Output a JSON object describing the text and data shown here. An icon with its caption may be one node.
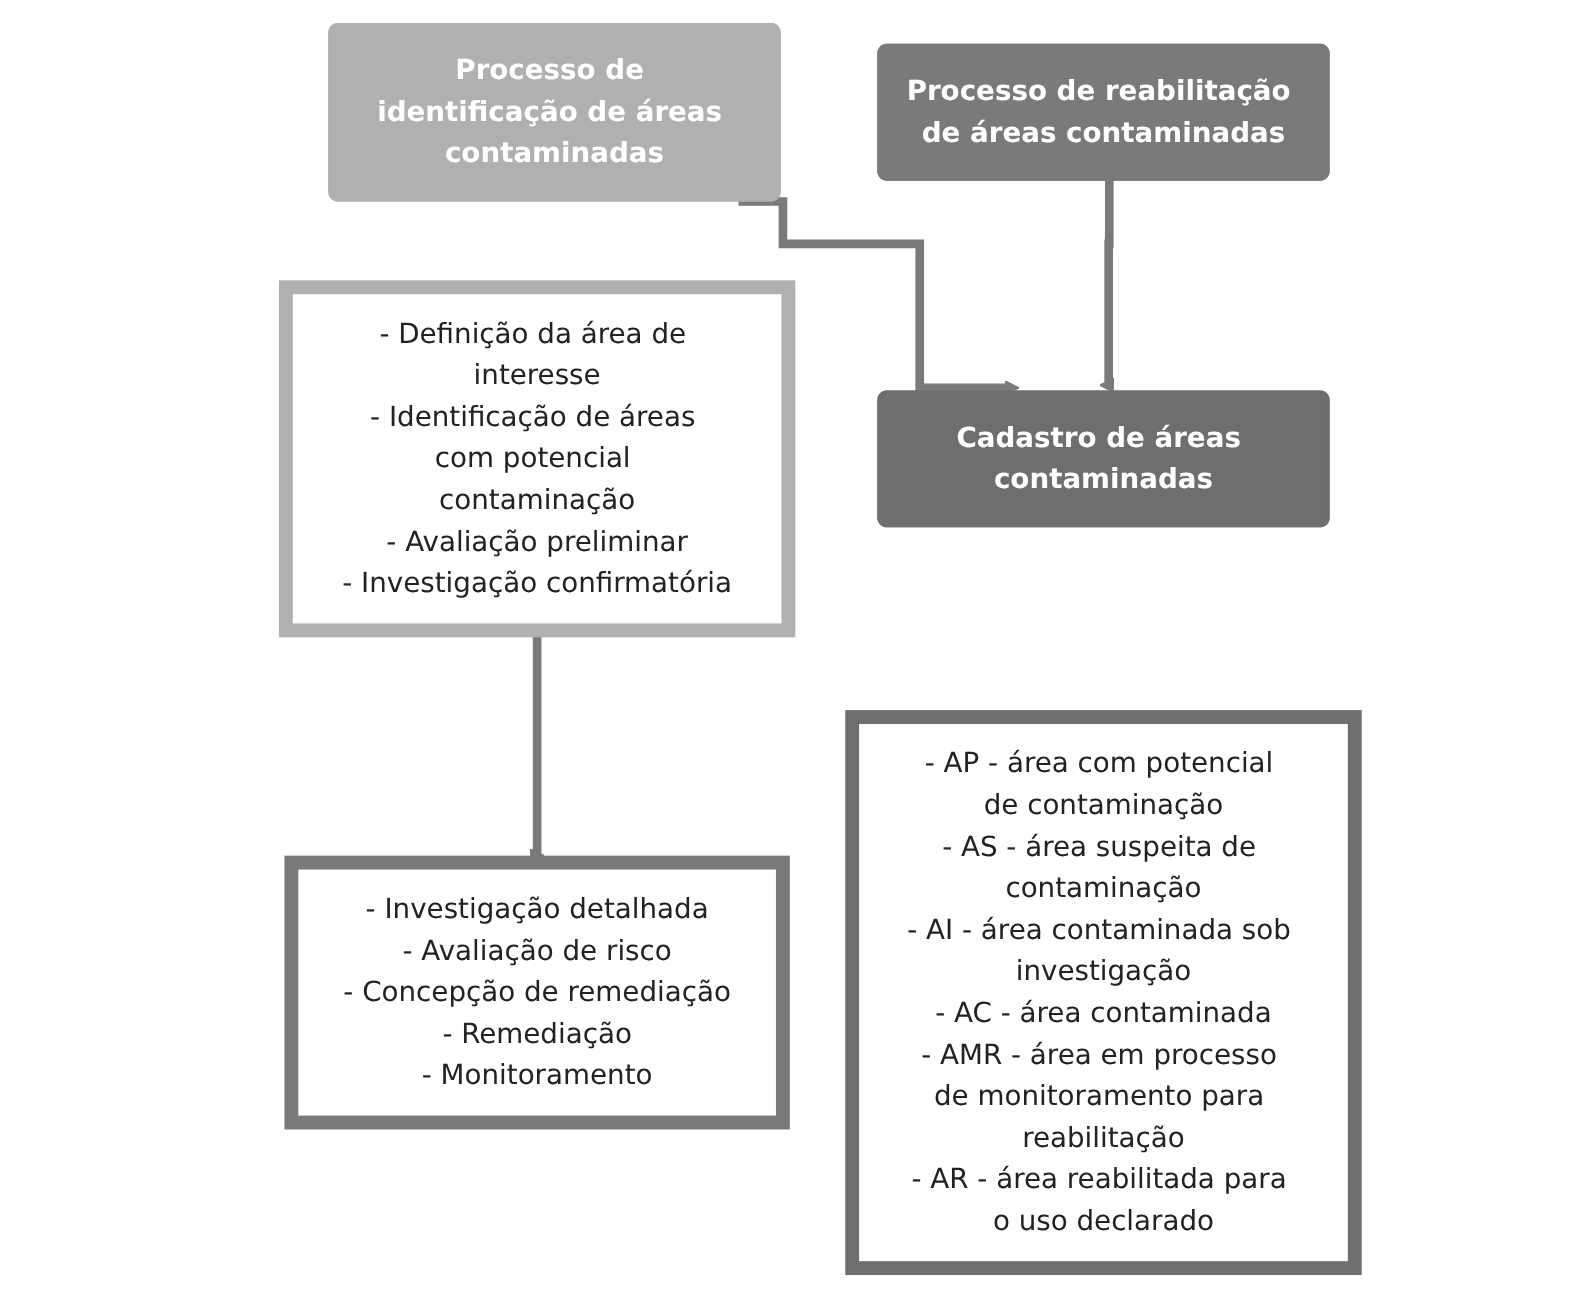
{
  "diagram": {
    "nodes": [
      {
        "text": [
          "Processo de identificação de áreas contaminadas"
        ]
      },
      {
        "text": [
          "Processo de reabilitação de áreas contaminadas"
        ]
      },
      {
        "text": [
          "Cadastro de áreas contaminadas"
        ]
      },
      {
        "text": [
          "- Definição da área de interesse",
          "- Identificação de áreas com potencial contaminação",
          "- Avaliação preliminar",
          "- Investigação confirmatória"
        ]
      },
      {
        "text": [
          "- Investigação detalhada",
          "- Avaliação de risco",
          "- Concepção de remediação",
          "- Remediação",
          "- Monitoramento"
        ]
      },
      {
        "text": [
          "- AP - área com potencial de contaminação",
          "- AS - área suspeita de contaminação",
          "- AI - área contaminada sob investigação",
          "- AC - área contaminada",
          "- AMR - área em processo de monitoramento para reabilitação",
          "- AR - área reabilitada para o uso declarado"
        ]
      }
    ],
    "edges": [
      {
        "from": 0,
        "to": 2,
        "arrow": "to"
      },
      {
        "from": 1,
        "to": 2,
        "arrow": "to"
      },
      {
        "from": 3,
        "to": 4,
        "arrow": "to"
      }
    ]
  }
}
